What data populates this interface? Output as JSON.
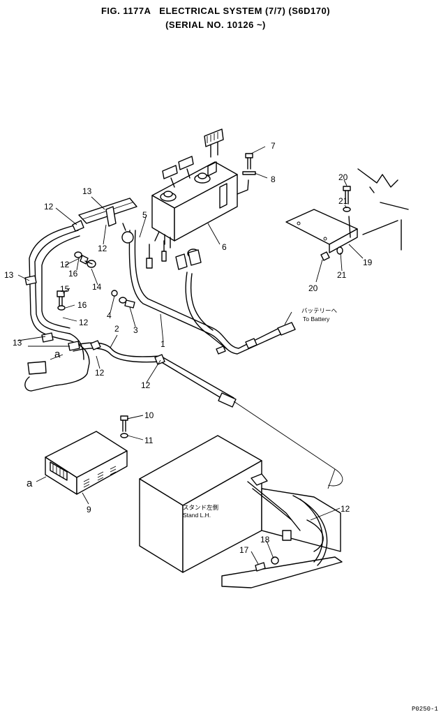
{
  "title": {
    "line1": "FIG. 1177A   ELECTRICAL SYSTEM (7/7) (S6D170)",
    "line2": "(SERIAL NO. 10126 ~)"
  },
  "callouts": {
    "c1": "1",
    "c2": "2",
    "c3": "3",
    "c4": "4",
    "c5": "5",
    "c6": "6",
    "c7": "7",
    "c8": "8",
    "c9": "9",
    "c10": "10",
    "c11": "11",
    "c12a": "12",
    "c12b": "12",
    "c12c": "12",
    "c12d": "12",
    "c12e": "12",
    "c12f": "12",
    "c12g": "12",
    "c13a": "13",
    "c13b": "13",
    "c13c": "13",
    "c14": "14",
    "c15": "15",
    "c16a": "16",
    "c16b": "16",
    "c17": "17",
    "c18": "18",
    "c19": "19",
    "c20a": "20",
    "c20b": "20",
    "c21a": "21",
    "c21b": "21",
    "a1": "a",
    "a2": "a"
  },
  "notes": {
    "battery_jp": "バッテリーへ",
    "battery_en": "To Battery",
    "stand_jp": "スタンド左側",
    "stand_en": "Stand L.H."
  },
  "page_code": "P0250-1"
}
